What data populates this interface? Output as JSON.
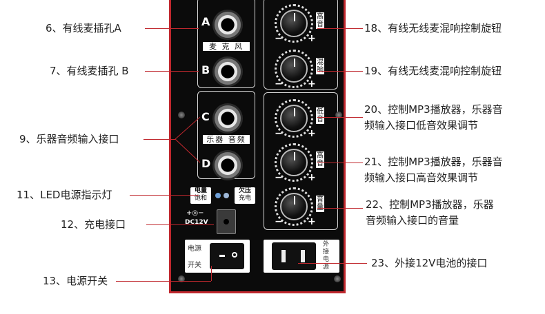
{
  "labels_left": [
    {
      "id": "6",
      "text": "6、有线麦插孔A"
    },
    {
      "id": "7",
      "text": "7、有线麦插孔 B"
    },
    {
      "id": "9",
      "text": "9、乐器音频输入接口"
    },
    {
      "id": "11",
      "text": "11、LED电源指示灯"
    },
    {
      "id": "12",
      "text": "12、充电接口"
    },
    {
      "id": "13",
      "text": "13、电源开关"
    }
  ],
  "labels_right": [
    {
      "id": "18",
      "lines": [
        "18、有线无线麦混响控制旋钮"
      ]
    },
    {
      "id": "19",
      "lines": [
        "19、有线无线麦混响控制旋钮"
      ]
    },
    {
      "id": "20",
      "lines": [
        "20、控制MP3播放器，乐器音",
        "频输入接口低音效果调节"
      ]
    },
    {
      "id": "21",
      "lines": [
        "21、控制MP3播放器，乐器音",
        "频输入接口高音效果调节"
      ]
    },
    {
      "id": "22",
      "lines": [
        "22、控制MP3播放器，乐器",
        "音频输入接口的音量"
      ]
    },
    {
      "id": "23",
      "lines": [
        "23、外接12V电池的接口"
      ]
    }
  ],
  "panel": {
    "jack_letters": [
      "A",
      "B",
      "C",
      "D"
    ],
    "mic_strip": "麦 克 风",
    "instrument_strip": "乐器 音频",
    "knob_labels": [
      "高音",
      "混响",
      "低音",
      "高音",
      "音量"
    ],
    "minus": "−",
    "plus": "+",
    "led_left_top": "电量",
    "led_left_bottom": "饱和",
    "led_right_top": "欠压",
    "led_right_bottom": "充电",
    "dc_label": "DC12V",
    "power_top": "电源",
    "power_bottom": "开关",
    "ext_label": "外接电源"
  },
  "colors": {
    "leader": "#c0282e",
    "panel": "#0b0b0b",
    "frame": "#c0282e"
  }
}
